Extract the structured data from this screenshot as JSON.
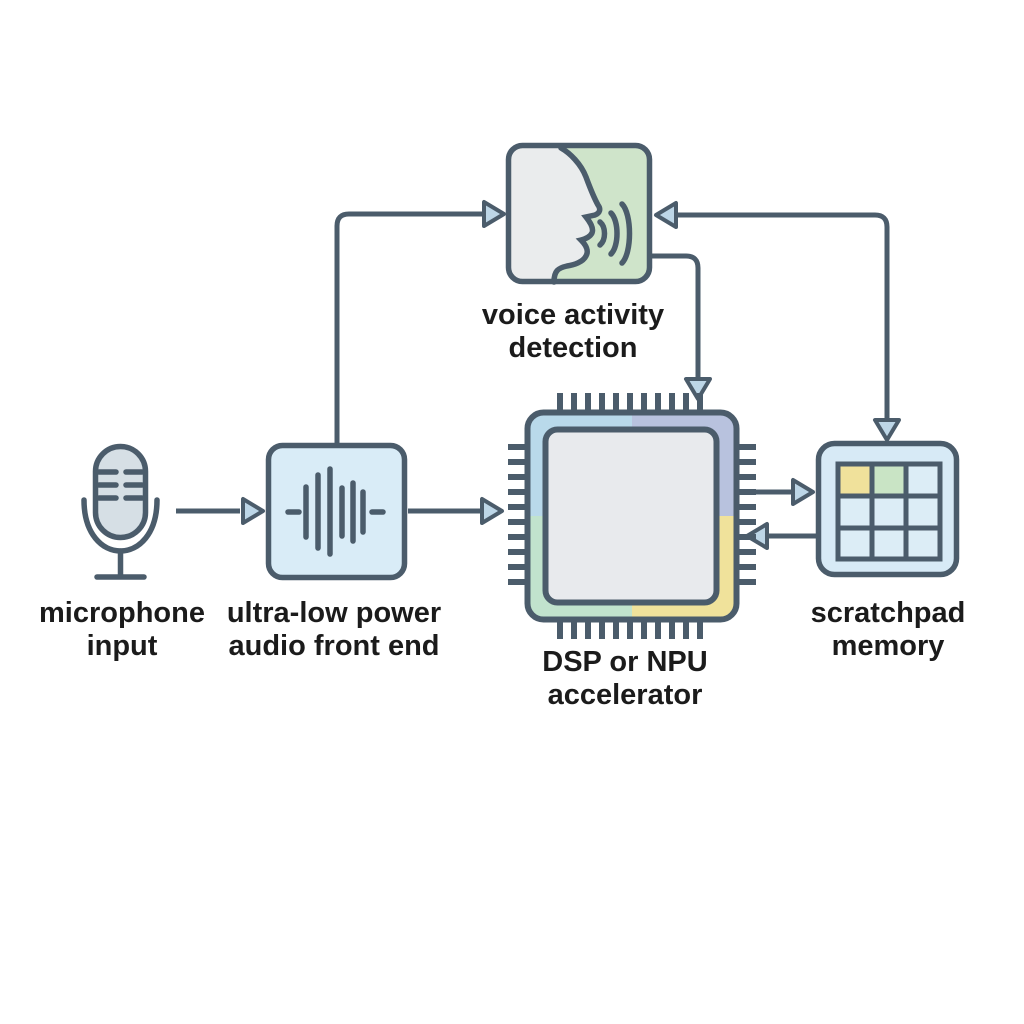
{
  "diagram_type": "block-diagram",
  "labels": {
    "microphone": "microphone\ninput",
    "audio_front_end": "ultra-low power\naudio front end",
    "vad": "voice activity\ndetection",
    "dsp": "DSP or NPU\naccelerator",
    "scratchpad": "scratchpad\nmemory"
  },
  "icons": {
    "microphone": "microphone-icon",
    "audio_front_end": "audio-waveform-icon",
    "vad": "speaking-face-icon",
    "dsp": "chip-icon",
    "scratchpad": "memory-grid-icon"
  },
  "colors": {
    "background": "#ffffff",
    "line": "#4b5c6b",
    "arrowhead_fill": "#bdd6e7",
    "text": "#1b1b1b",
    "mic_fill": "#d6dfe5",
    "afe_fill": "#d9ecf7",
    "vad_left_fill": "#eaeced",
    "vad_right_fill": "#cfe4ca",
    "chip_top_left": "#b9d9ea",
    "chip_top_right": "#b8c2de",
    "chip_bottom_left": "#c1e3cd",
    "chip_bottom_right": "#f0e29b",
    "chip_die_fill": "#e8eaed",
    "scratchpad_fill": "#d7eaf6",
    "cell_fill": "#dcedf6",
    "cell_yellow": "#f0e19b",
    "cell_green": "#c9e4c5"
  },
  "edges": [
    {
      "from": "microphone input",
      "to": "ultra-low power audio front end"
    },
    {
      "from": "ultra-low power audio front end",
      "to": "voice activity detection"
    },
    {
      "from": "ultra-low power audio front end",
      "to": "DSP or NPU accelerator"
    },
    {
      "from": "voice activity detection",
      "to": "DSP or NPU accelerator"
    },
    {
      "from": "scratchpad memory",
      "to": "voice activity detection"
    },
    {
      "from": "voice activity detection",
      "to": "scratchpad memory"
    },
    {
      "from": "DSP or NPU accelerator",
      "to": "scratchpad memory"
    },
    {
      "from": "scratchpad memory",
      "to": "DSP or NPU accelerator"
    }
  ]
}
